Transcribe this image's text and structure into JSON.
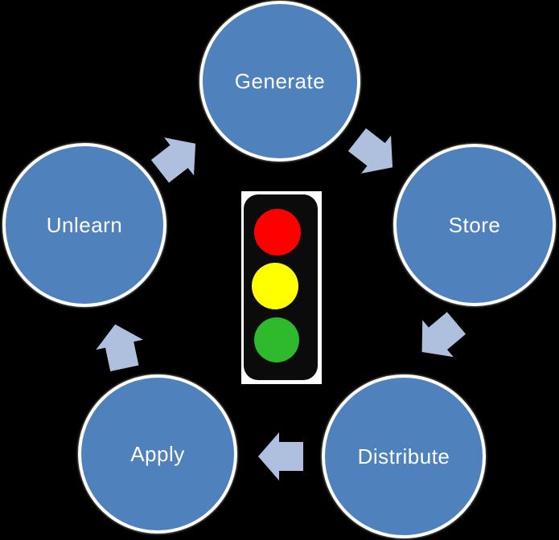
{
  "colors": {
    "background": "#000000",
    "node_fill": "#4F81BD",
    "node_ring": "#FFFFFF",
    "node_text": "#FFFFFF",
    "arrow_fill": "#AFC0DE",
    "traffic_backdrop": "#FFFFFF",
    "traffic_body": "#0B0B0B",
    "light_red": "#FE0000",
    "light_yellow": "#FFFF00",
    "light_green": "#2DBB2D"
  },
  "cycle": {
    "direction": "clockwise",
    "nodes": [
      {
        "id": "generate",
        "label": "Generate"
      },
      {
        "id": "store",
        "label": "Store"
      },
      {
        "id": "distribute",
        "label": "Distribute"
      },
      {
        "id": "apply",
        "label": "Apply"
      },
      {
        "id": "unlearn",
        "label": "Unlearn"
      }
    ]
  },
  "center_graphic": {
    "type": "traffic-light",
    "lights": [
      "red",
      "yellow",
      "green"
    ]
  }
}
